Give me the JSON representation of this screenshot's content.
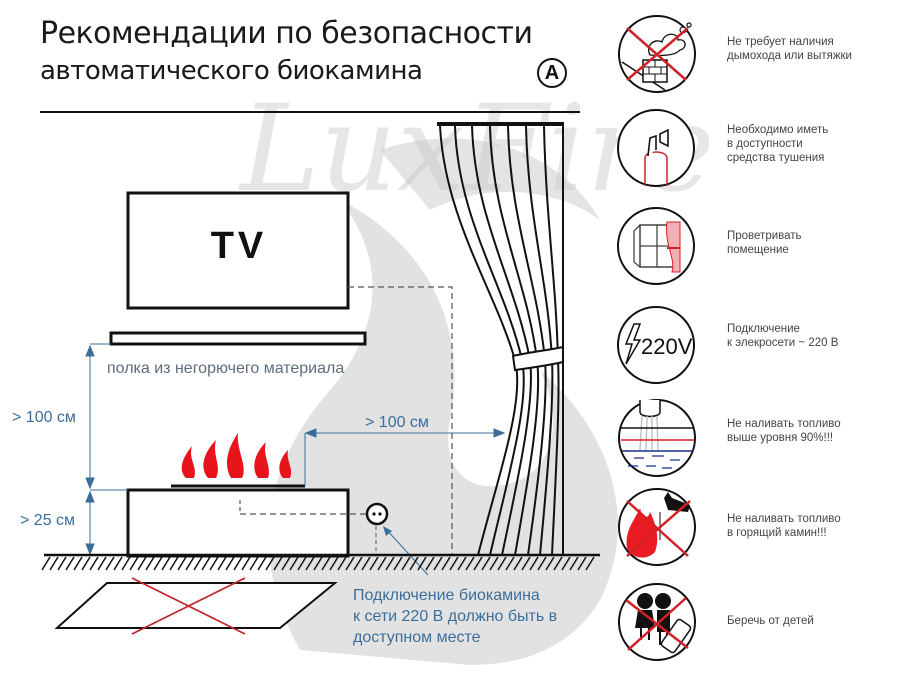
{
  "header": {
    "title_line1": "Рекомендации по безопасности",
    "title_line2": "автоматического биокамина",
    "badge_letter": "A",
    "watermark": "LuxFire"
  },
  "diagram": {
    "tv_label": "TV",
    "shelf_label": "полка из негорючего материала",
    "height_above_label": "> 100 см",
    "height_below_label": "> 25 см",
    "distance_to_curtain_label": "> 100 см",
    "connection_note": [
      "Подключение биокамина",
      "к сети 220 В должно быть в",
      "доступном месте"
    ],
    "flame_color": "#e8141b",
    "dimension_color": "#3b6e9a"
  },
  "rules": [
    {
      "icon": "no-chimney-icon",
      "lines": [
        "Не требует наличия",
        "дымохода или вытяжки"
      ]
    },
    {
      "icon": "fire-extinguisher-icon",
      "lines": [
        "Необходимо иметь",
        "в доступности",
        "средства тушения"
      ]
    },
    {
      "icon": "window-ventilation-icon",
      "lines": [
        "Проветривать",
        "помещение"
      ]
    },
    {
      "icon": "power-220v-icon",
      "icon_text": "220V",
      "lines": [
        "Подключение",
        "к элекросети ~ 220 В"
      ]
    },
    {
      "icon": "fuel-level-icon",
      "lines": [
        "Не наливать топливо",
        "выше уровня 90%!!!"
      ]
    },
    {
      "icon": "no-refuel-burning-icon",
      "lines": [
        "Не наливать топливо",
        "в горящий камин!!!"
      ]
    },
    {
      "icon": "keep-from-children-icon",
      "lines": [
        "Беречь от детей"
      ]
    }
  ]
}
